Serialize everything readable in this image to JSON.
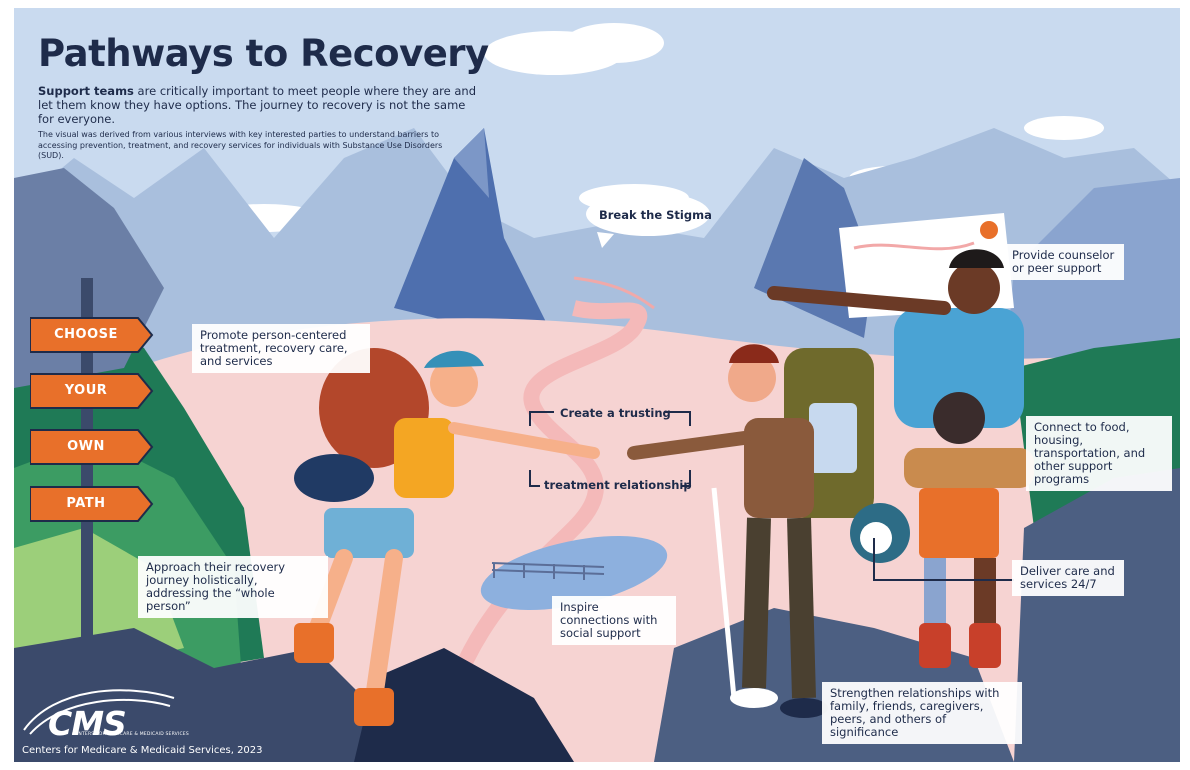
{
  "title": "Pathways to Recovery",
  "intro": {
    "lead": "Support teams",
    "text": " are critically important to meet people where they are and let them know they have options. The journey to recovery is not the same for everyone.",
    "fine_print": "The visual was derived from various interviews with key interested parties to understand barriers to accessing prevention, treatment, and recovery services for individuals with Substance Use Disorders (SUD)."
  },
  "signpost": [
    "CHOOSE",
    "YOUR",
    "OWN",
    "PATH"
  ],
  "callouts": {
    "break_stigma": "Break the Stigma",
    "counselor": "Provide counselor or peer support",
    "person_centered": "Promote person-centered treatment, recovery care, and services",
    "trusting_top": "Create a trusting",
    "trusting_bottom": "treatment relationship",
    "connect": "Connect to food, housing, transportation, and other support programs",
    "holistic": "Approach their recovery journey holistically, addressing the “whole person”",
    "social": "Inspire connections with social support",
    "care": "Deliver care and services 24/7",
    "relationships": "Strengthen relationships with family, friends, caregivers, peers, and others of significance"
  },
  "logo": {
    "name": "CMS",
    "tagline": "CENTERS FOR MEDICARE & MEDICAID SERVICES"
  },
  "footer": "Centers for Medicare & Medicaid Services, 2023",
  "colors": {
    "sky": "#c9daef",
    "navy": "#1e2b4a",
    "sign_orange": "#e8702a",
    "path_pink": "#f6d3d2",
    "mountain_blue": "#5a78b0"
  }
}
